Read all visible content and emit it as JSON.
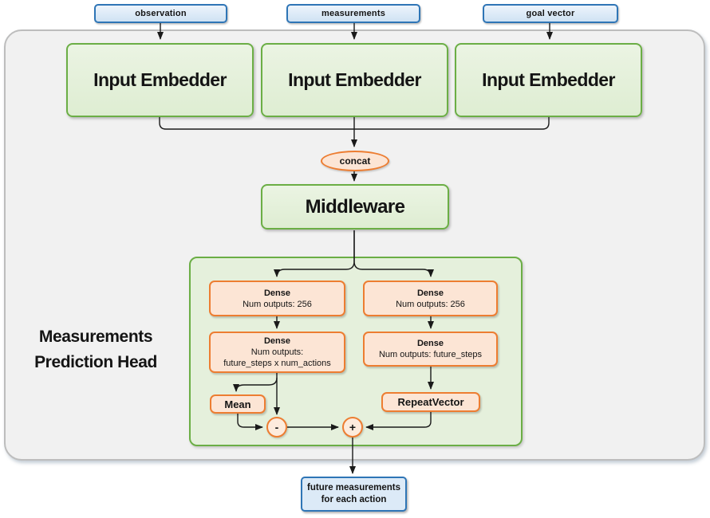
{
  "colors": {
    "green_border": "#6BAE45",
    "green_fill": "#E5F0DC",
    "orange_border": "#ED7D31",
    "orange_fill": "#FCE5D5",
    "blue_border": "#2E75B6",
    "blue_fill": "#DCEAF7",
    "panel_fill": "#F1F1F1",
    "panel_border": "#BDBDBD",
    "wire": "#1A1A1A"
  },
  "inputs": [
    {
      "label": "observation"
    },
    {
      "label": "measurements"
    },
    {
      "label": "goal vector"
    }
  ],
  "embedders": [
    {
      "label": "Input Embedder"
    },
    {
      "label": "Input Embedder"
    },
    {
      "label": "Input Embedder"
    }
  ],
  "concat_node": {
    "label": "concat"
  },
  "middleware": {
    "label": "Middleware"
  },
  "prediction_head": {
    "title_line1": "Measurements",
    "title_line2": "Prediction Head",
    "left_branch": {
      "dense1": {
        "title": "Dense",
        "line1": "Num outputs: 256"
      },
      "dense2": {
        "title": "Dense",
        "line1": "Num outputs:",
        "line2": "future_steps x num_actions"
      },
      "mean": {
        "label": "Mean"
      },
      "minus": {
        "symbol": "-"
      }
    },
    "right_branch": {
      "dense1": {
        "title": "Dense",
        "line1": "Num outputs: 256"
      },
      "dense2": {
        "title": "Dense",
        "line1": "Num outputs: future_steps"
      },
      "repeat_vector": {
        "label": "RepeatVector"
      },
      "plus": {
        "symbol": "+"
      }
    }
  },
  "output": {
    "line1": "future measurements",
    "line2": "for each action"
  }
}
